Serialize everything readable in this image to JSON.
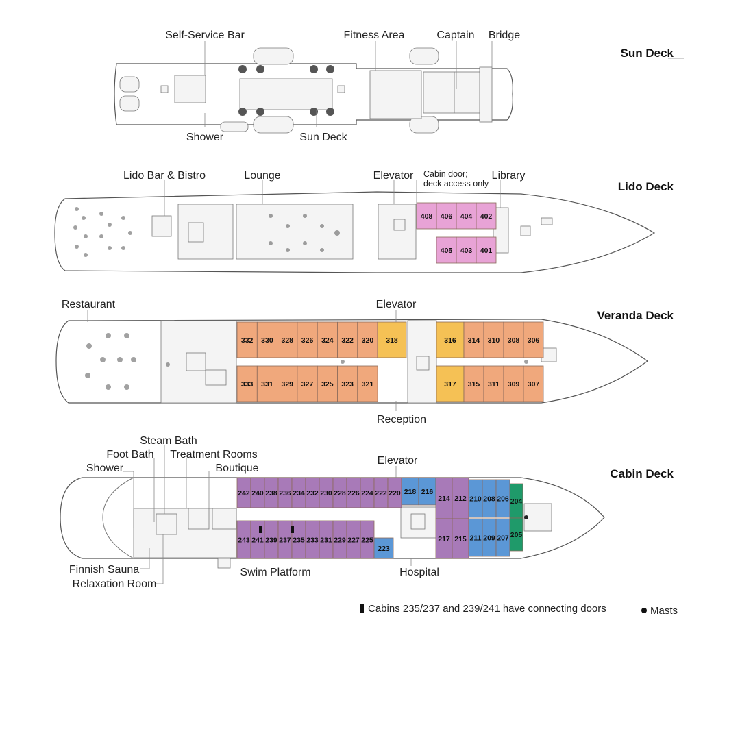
{
  "decks": {
    "sun": {
      "name": "Sun Deck",
      "labels": {
        "self_service_bar": "Self-Service Bar",
        "fitness_area": "Fitness Area",
        "captain": "Captain",
        "bridge": "Bridge",
        "shower": "Shower",
        "sun_deck_area": "Sun Deck"
      }
    },
    "lido": {
      "name": "Lido Deck",
      "labels": {
        "lido_bar": "Lido Bar & Bistro",
        "lounge": "Lounge",
        "elevator": "Elevator",
        "cabin_door_1": "Cabin door;",
        "cabin_door_2": "deck access only",
        "library": "Library"
      },
      "cabins_top": [
        "408",
        "406",
        "404",
        "402"
      ],
      "cabins_bottom": [
        "405",
        "403",
        "401"
      ]
    },
    "veranda": {
      "name": "Veranda Deck",
      "labels": {
        "restaurant": "Restaurant",
        "elevator": "Elevator",
        "reception": "Reception"
      },
      "cabins_top_orange": [
        "332",
        "330",
        "328",
        "326",
        "324",
        "322",
        "320"
      ],
      "cabins_top_yellow": [
        "318",
        "316"
      ],
      "cabins_top_fore": [
        "314",
        "310",
        "308",
        "306"
      ],
      "cabins_bottom_orange": [
        "333",
        "331",
        "329",
        "327",
        "325",
        "323",
        "321"
      ],
      "cabins_bottom_yellow": [
        "317"
      ],
      "cabins_bottom_fore": [
        "315",
        "311",
        "309",
        "307"
      ]
    },
    "cabin": {
      "name": "Cabin Deck",
      "labels": {
        "steam_bath": "Steam Bath",
        "foot_bath": "Foot Bath",
        "treatment_rooms": "Treatment Rooms",
        "shower": "Shower",
        "boutique": "Boutique",
        "elevator": "Elevator",
        "finnish_sauna": "Finnish Sauna",
        "relaxation_room": "Relaxation Room",
        "swim_platform": "Swim Platform",
        "hospital": "Hospital"
      },
      "cabins_top_purple": [
        "242",
        "240",
        "238",
        "236",
        "234",
        "232",
        "230",
        "228",
        "226",
        "224",
        "222",
        "220"
      ],
      "cabins_top_blue": [
        "218",
        "216"
      ],
      "cabins_top_purple2": [
        "214",
        "212"
      ],
      "cabins_top_blue2": [
        "210",
        "208",
        "206"
      ],
      "cabins_top_green": [
        "204"
      ],
      "cabins_bottom_purple": [
        "243",
        "241",
        "239",
        "237",
        "235",
        "233",
        "231",
        "229",
        "227",
        "225"
      ],
      "cabins_bottom_blue": [
        "223"
      ],
      "cabins_bottom_purple2": [
        "217",
        "215"
      ],
      "cabins_bottom_blue2": [
        "211",
        "209",
        "207"
      ],
      "cabins_bottom_green": [
        "205"
      ]
    }
  },
  "legend": {
    "connecting_doors": "Cabins 235/237 and 239/241 have connecting doors",
    "masts": "Masts"
  },
  "colors": {
    "pink": "#e8a3d6",
    "orange": "#f0a87c",
    "yellow": "#f5c155",
    "purple": "#a87ab8",
    "blue": "#5b97d6",
    "green": "#1f9a6a"
  }
}
